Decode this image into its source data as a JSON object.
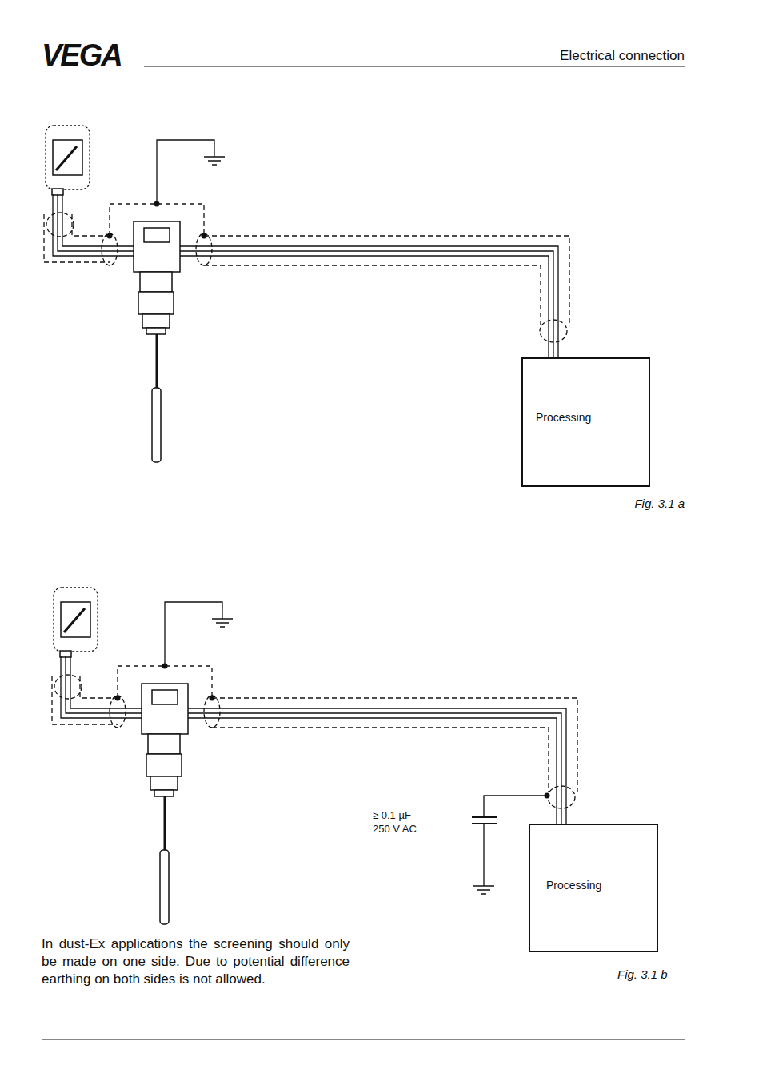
{
  "diagram": {
    "nodes": [
      {
        "text": [
          "Processing"
        ]
      },
      {
        "text": [
          "Processing"
        ]
      }
    ],
    "labels": [
      "VEGA",
      "Electrical connection",
      "Fig. 3.1 a",
      "≥ 0.1 µF",
      "250 V AC",
      "Fig. 3.1 b",
      "In dust-Ex applications the screening should only be made on one side. Due to potential difference earthing on both sides is not allowed."
    ]
  }
}
